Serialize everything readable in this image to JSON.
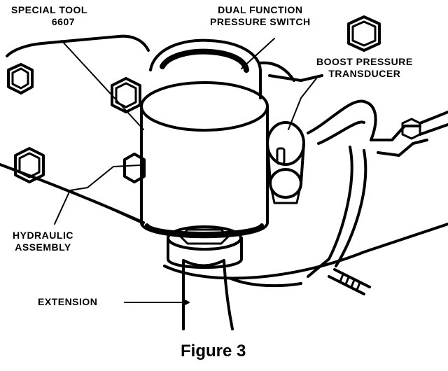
{
  "labels": {
    "special_tool_line1": "SPECIAL TOOL",
    "special_tool_line2": "6607",
    "dual_function_line1": "DUAL FUNCTION",
    "dual_function_line2": "PRESSURE SWITCH",
    "boost_pressure_line1": "BOOST PRESSURE",
    "boost_pressure_line2": "TRANSDUCER",
    "hydraulic_line1": "HYDRAULIC",
    "hydraulic_line2": "ASSEMBLY",
    "extension": "EXTENSION"
  },
  "caption": "Figure 3"
}
